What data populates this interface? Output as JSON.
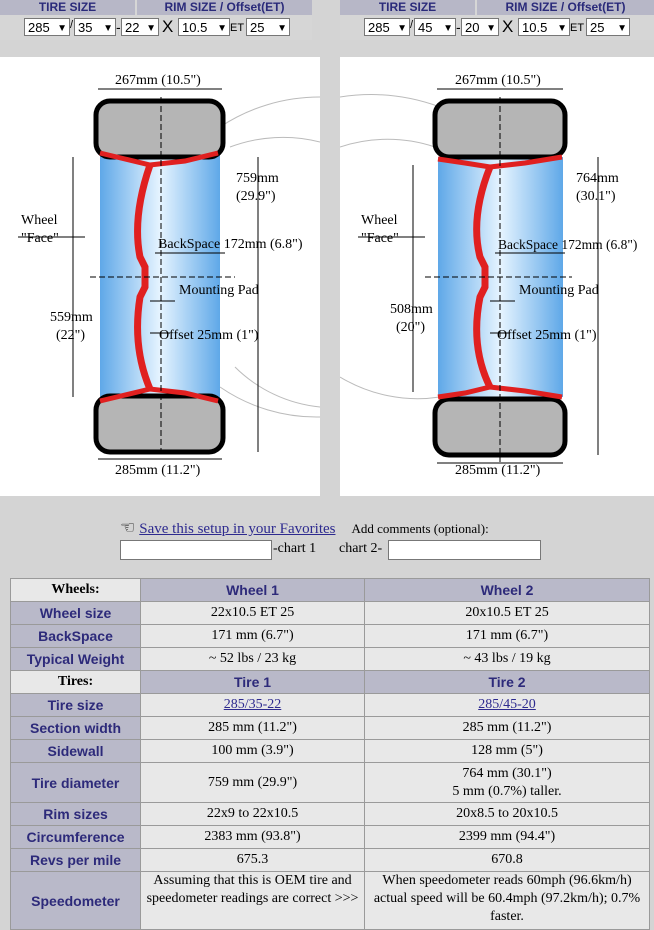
{
  "setup1": {
    "tire_header": "TIRE SIZE",
    "rim_header": "RIM SIZE / Offset(ET)",
    "width": "285",
    "aspect": "35",
    "rim": "22",
    "rim_width": "10.5",
    "offset": "25",
    "sep_slash": "/",
    "sep_dash": "-",
    "sep_x": "X",
    "et": "ET"
  },
  "setup2": {
    "tire_header": "TIRE SIZE",
    "rim_header": "RIM SIZE / Offset(ET)",
    "width": "285",
    "aspect": "45",
    "rim": "20",
    "rim_width": "10.5",
    "offset": "25",
    "sep_slash": "/",
    "sep_dash": "-",
    "sep_x": "X",
    "et": "ET"
  },
  "diagram1": {
    "top_width": "267mm (10.5\")",
    "diam_a": "759mm",
    "diam_b": "(29.9\")",
    "wheel": "Wheel",
    "face": "\"Face\"",
    "backspace": "BackSpace 172mm (6.8\")",
    "mounting": "Mounting Pad",
    "rim_a": "559mm",
    "rim_b": "(22\")",
    "offset": "Offset 25mm (1\")",
    "bottom_width": "285mm (11.2\")"
  },
  "diagram2": {
    "top_width": "267mm (10.5\")",
    "diam_a": "764mm",
    "diam_b": "(30.1\")",
    "wheel": "Wheel",
    "face": "\"Face\"",
    "backspace": "BackSpace 172mm (6.8\")",
    "mounting": "Mounting Pad",
    "rim_a": "508mm",
    "rim_b": "(20\")",
    "offset": "Offset 25mm (1\")",
    "bottom_width": "285mm (11.2\")"
  },
  "favorites": {
    "save_link": "Save this setup in your Favorites",
    "comments_label": "Add comments (optional):",
    "chart1": "-chart 1",
    "chart2": "chart 2-"
  },
  "table": {
    "wheels_title": "Wheels:",
    "wheel1_header": "Wheel 1",
    "wheel2_header": "Wheel 2",
    "tires_title": "Tires:",
    "tire1_header": "Tire 1",
    "tire2_header": "Tire 2",
    "rows": {
      "wheel_size": {
        "label": "Wheel size",
        "v1": "22x10.5 ET 25",
        "v2": "20x10.5 ET 25"
      },
      "backspace": {
        "label": "BackSpace",
        "v1": "171 mm (6.7\")",
        "v2": "171 mm (6.7\")"
      },
      "weight": {
        "label": "Typical Weight",
        "v1": "~ 52 lbs / 23 kg",
        "v2": "~ 43 lbs / 19 kg"
      },
      "tire_size": {
        "label": "Tire size",
        "v1": "285/35-22",
        "v2": "285/45-20"
      },
      "section": {
        "label": "Section width",
        "v1": "285 mm (11.2\")",
        "v2": "285 mm (11.2\")"
      },
      "sidewall": {
        "label": "Sidewall",
        "v1": "100 mm (3.9\")",
        "v2": "128 mm (5\")"
      },
      "diameter": {
        "label": "Tire diameter",
        "v1": "759 mm (29.9\")",
        "v2a": "764 mm (30.1\")",
        "v2b": "5 mm (0.7%) taller."
      },
      "rim_sizes": {
        "label": "Rim sizes",
        "v1": "22x9 to 22x10.5",
        "v2": "20x8.5 to 20x10.5"
      },
      "circumference": {
        "label": "Circumference",
        "v1": "2383 mm (93.8\")",
        "v2": "2399 mm (94.4\")"
      },
      "revs": {
        "label": "Revs per mile",
        "v1": "675.3",
        "v2": "670.8"
      },
      "speedometer": {
        "label": "Speedometer",
        "v1": "Assuming that this is OEM tire and speedometer readings are correct >>>",
        "v2": "When speedometer reads 60mph (96.6km/h) actual speed will be 60.4mph (97.2km/h); 0.7% faster."
      }
    }
  }
}
